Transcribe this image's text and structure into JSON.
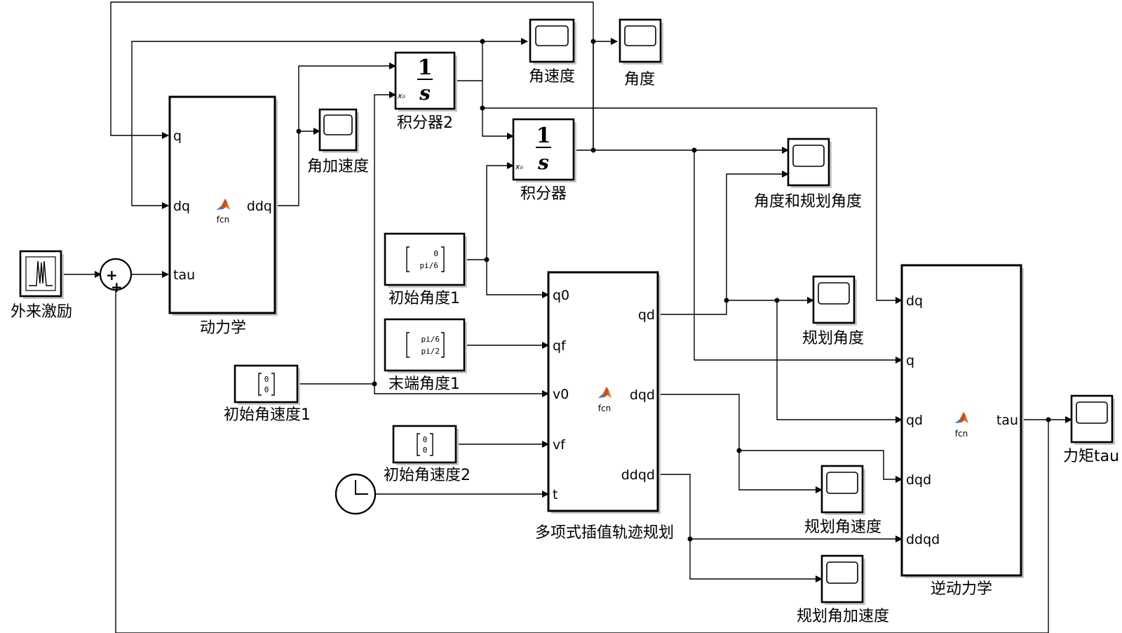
{
  "blocks": {
    "dynamics": {
      "label": "动力学",
      "inputs": [
        "q",
        "dq",
        "tau"
      ],
      "outputs": [
        "ddq"
      ],
      "icon_text": "fcn"
    },
    "inverse_dynamics": {
      "label": "逆动力学",
      "inputs": [
        "dq",
        "q",
        "qd",
        "dqd",
        "ddqd"
      ],
      "outputs": [
        "tau"
      ],
      "icon_text": "fcn"
    },
    "trajectory": {
      "label": "多项式插值轨迹规划",
      "inputs": [
        "q0",
        "qf",
        "v0",
        "vf",
        "t"
      ],
      "outputs": [
        "qd",
        "dqd",
        "ddqd"
      ],
      "icon_text": "fcn"
    },
    "integrator1": {
      "label": "积分器",
      "numerator": "1",
      "denominator": "s",
      "state_port": "x₀"
    },
    "integrator2": {
      "label": "积分器2",
      "numerator": "1",
      "denominator": "s",
      "state_port": "x₀"
    },
    "init_angle1": {
      "label": "初始角度1",
      "value": [
        "0",
        "pi/6"
      ]
    },
    "end_angle1": {
      "label": "末端角度1",
      "value": [
        "pi/6",
        "pi/2"
      ]
    },
    "init_vel1": {
      "label": "初始角速度1",
      "value": [
        "0",
        "0"
      ]
    },
    "init_vel2": {
      "label": "初始角速度2",
      "value": [
        "0",
        "0"
      ]
    },
    "disturbance": {
      "label": "外来激励"
    },
    "sum": {
      "signs": [
        "+",
        "+"
      ]
    },
    "clock": {
      "label": ""
    }
  },
  "scopes": {
    "ang_vel": "角速度",
    "angle": "角度",
    "ang_acc": "角加速度",
    "angle_planned": "角度和规划角度",
    "planned_angle": "规划角度",
    "planned_vel": "规划角速度",
    "planned_acc": "规划角加速度",
    "torque": "力矩tau"
  }
}
